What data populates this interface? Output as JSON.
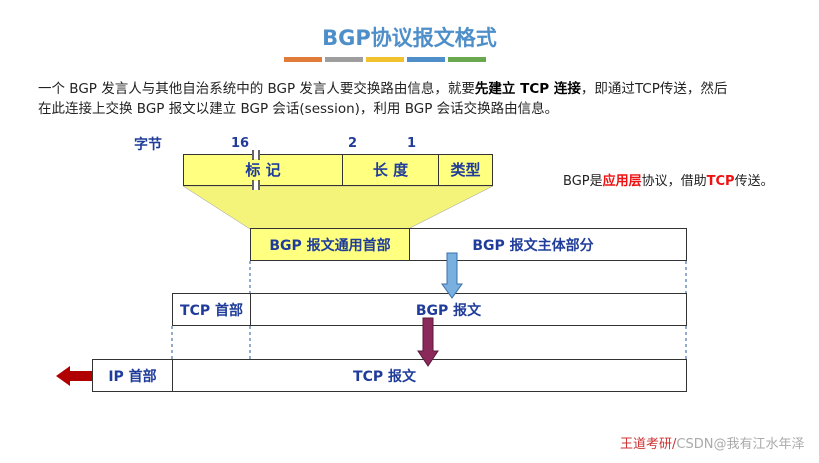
{
  "title": "BGP协议报文格式",
  "title_bar_colors": [
    "#e07b39",
    "#9e9e9e",
    "#f2c12e",
    "#4f8fc9",
    "#6aa84f"
  ],
  "intro": {
    "line1_a": "一个 BGP 发言人与其他自治系统中的 BGP 发言人要交换路由信息，就要",
    "line1_bold": "先建立 TCP 连接",
    "line1_b": "，即通过TCP传送，然后",
    "line2": "在此连接上交换 BGP 报文以建立 BGP 会话(session)，利用 BGP 会话交换路由信息。"
  },
  "header": {
    "bytes_label": "字节",
    "size_marker": "16",
    "length_size": "2",
    "type_size": "1",
    "marker_field": "标    记",
    "length_field": "长 度",
    "type_field": "类型"
  },
  "note": {
    "prefix": "BGP是",
    "app_layer": "应用层",
    "middle": "协议，借助",
    "tcp": "TCP",
    "suffix": "传送。"
  },
  "bgp_row": {
    "header": "BGP 报文通用首部",
    "body": "BGP 报文主体部分"
  },
  "tcp_row": {
    "header": "TCP 首部",
    "body": "BGP 报文"
  },
  "ip_row": {
    "header": "IP 首部",
    "body": "TCP 报文"
  },
  "footer": {
    "brand": "王道考研/",
    "watermark": "CSDN@我有江水年泽"
  },
  "colors": {
    "accent_blue": "#1f3c9a",
    "highlight_yellow": "#ffff80",
    "funnel_yellow": "#f4f47a",
    "down_arrow_blue": "#7ab0e0",
    "down_arrow_purple": "#8b2a5a",
    "left_arrow_red": "#b00000",
    "emphasis_red": "#e11111"
  }
}
